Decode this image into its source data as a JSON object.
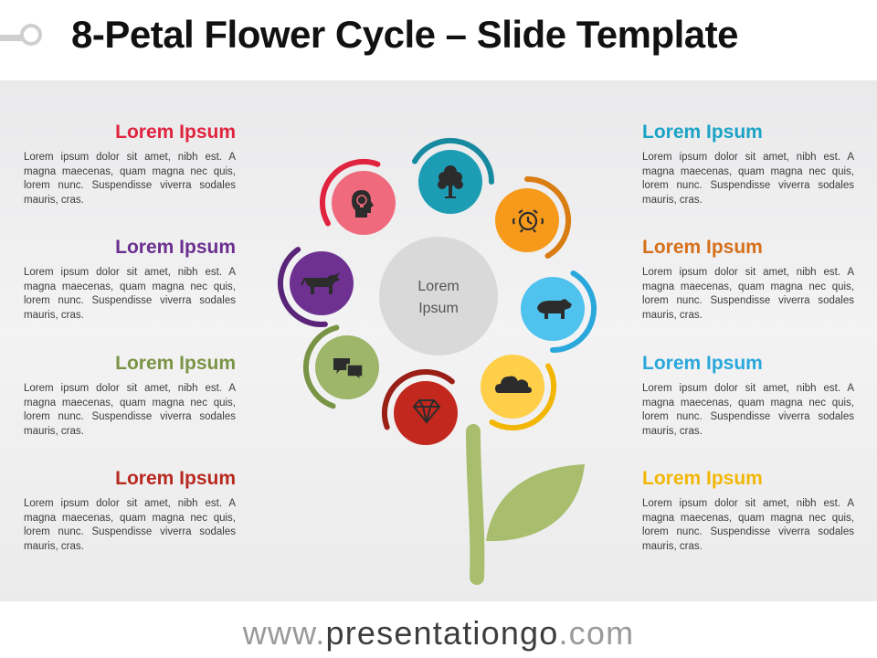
{
  "header": {
    "title": "8-Petal Flower Cycle – Slide Template"
  },
  "center": {
    "line1": "Lorem",
    "line2": "Ipsum"
  },
  "blocks": [
    {
      "title": "Lorem Ipsum",
      "color": "#e0233f",
      "body": "Lorem ipsum dolor sit amet, nibh est. A magna maecenas, quam magna nec quis, lorem nunc. Suspendisse viverra sodales mauris, cras."
    },
    {
      "title": "Lorem Ipsum",
      "color": "#6b2f8f",
      "body": "Lorem ipsum dolor sit amet, nibh est. A magna maecenas, quam magna nec quis, lorem nunc. Suspendisse viverra sodales mauris, cras."
    },
    {
      "title": "Lorem Ipsum",
      "color": "#7a9446",
      "body": "Lorem ipsum dolor sit amet, nibh est. A magna maecenas, quam magna nec quis, lorem nunc. Suspendisse viverra sodales mauris, cras."
    },
    {
      "title": "Lorem Ipsum",
      "color": "#b8291f",
      "body": "Lorem ipsum dolor sit amet, nibh est. A magna maecenas, quam magna nec quis, lorem nunc. Suspendisse viverra sodales mauris, cras."
    },
    {
      "title": "Lorem Ipsum",
      "color": "#1ba3c6",
      "body": "Lorem ipsum dolor sit amet, nibh est. A magna maecenas, quam magna nec quis, lorem nunc. Suspendisse viverra sodales mauris, cras."
    },
    {
      "title": "Lorem Ipsum",
      "color": "#d6701b",
      "body": "Lorem ipsum dolor sit amet, nibh est. A magna maecenas, quam magna nec quis, lorem nunc. Suspendisse viverra sodales mauris, cras."
    },
    {
      "title": "Lorem Ipsum",
      "color": "#2aa8dc",
      "body": "Lorem ipsum dolor sit amet, nibh est. A magna maecenas, quam magna nec quis, lorem nunc. Suspendisse viverra sodales mauris, cras."
    },
    {
      "title": "Lorem Ipsum",
      "color": "#f2b705",
      "body": "Lorem ipsum dolor sit amet, nibh est. A magna maecenas, quam magna nec quis, lorem nunc. Suspendisse viverra sodales mauris, cras."
    }
  ],
  "petals": [
    {
      "name": "tree",
      "icon": "tree-icon",
      "fill": "#1c9db4",
      "ring": "#178aa0"
    },
    {
      "name": "alarm",
      "icon": "alarm-clock-icon",
      "fill": "#f79a1c",
      "ring": "#d97d12"
    },
    {
      "name": "bear",
      "icon": "bear-icon",
      "fill": "#4fc3ee",
      "ring": "#2aa8dc"
    },
    {
      "name": "cloud",
      "icon": "cloud-icon",
      "fill": "#ffcf4a",
      "ring": "#f2b705"
    },
    {
      "name": "diamond",
      "icon": "diamond-icon",
      "fill": "#c3281e",
      "ring": "#9a1f16"
    },
    {
      "name": "speech",
      "icon": "speech-bubbles-icon",
      "fill": "#9db66a",
      "ring": "#7a9446"
    },
    {
      "name": "bull",
      "icon": "bull-icon",
      "fill": "#6e3192",
      "ring": "#5a2578"
    },
    {
      "name": "head",
      "icon": "head-lightbulb-icon",
      "fill": "#f06a7e",
      "ring": "#e0233f"
    }
  ],
  "colors": {
    "stem": "#a8be6e",
    "leaf": "#a8be6e",
    "center": "#d9d9d9"
  },
  "footer": {
    "part1": "www.",
    "part2": "presentationgo",
    "part3": ".com"
  }
}
